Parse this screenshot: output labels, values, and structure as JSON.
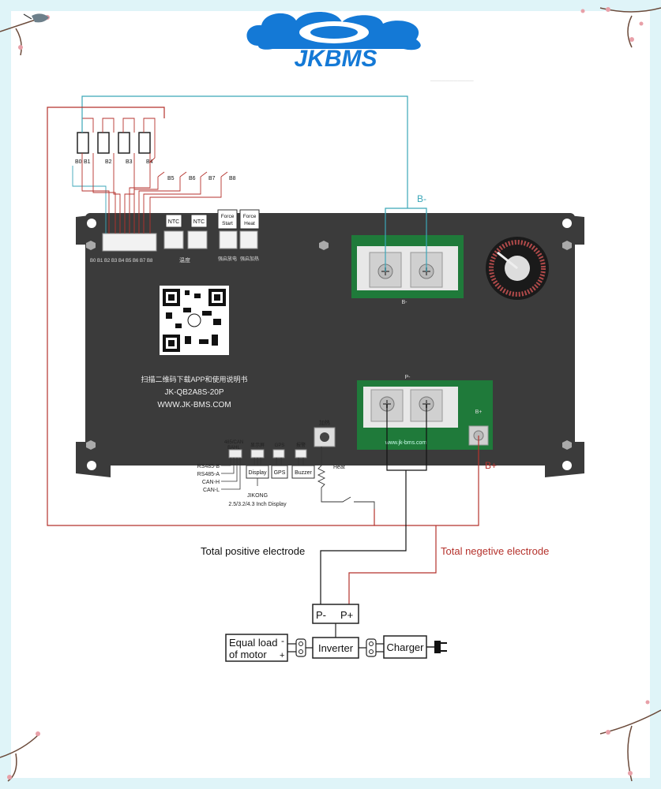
{
  "logo": {
    "text": "JKBMS",
    "color": "#1479d6"
  },
  "board": {
    "qr_caption": "扫描二维码下载APP和使用说明书",
    "model": "JK-QB2A8S-20P",
    "website": "WWW.JK-BMS.COM",
    "pcb_website": "www.jk-bms.com",
    "balance_header_label": "B0 B1 B2 B3 B4 B5 B6 B7 B8",
    "temp_label": "温度",
    "force_start_cn": "强启放电",
    "force_heat_cn": "强启加热",
    "heat_cn": "加热",
    "terminal_b_minus": "B-",
    "terminal_p_minus": "P-",
    "terminal_b_plus": "B+",
    "ntc1": "NTC",
    "ntc2": "NTC",
    "force_start": "Force Start",
    "force_heat": "Force Heat"
  },
  "cells": [
    "B0",
    "B1",
    "B2",
    "B3",
    "B4"
  ],
  "cells_upper": [
    "B5",
    "B6",
    "B7",
    "B8"
  ],
  "ports": {
    "rs485_can": "485/CAN BAHL",
    "display_cn": "显示屏",
    "gps_cn": "GPS",
    "buzzer_cn": "报警",
    "rs485b": "RS485-B",
    "rs485a": "RS485-A",
    "canh": "CAN-H",
    "canl": "CAN-L",
    "display": "Display",
    "gps": "GPS",
    "buzzer": "Buzzer",
    "heat": "Heat",
    "display_note1": "JIKONG",
    "display_note2": "2.5/3.2/4.3 Inch Display"
  },
  "labels": {
    "b_minus": "B-",
    "b_plus": "B+",
    "total_positive": "Total positive electrode",
    "total_negative": "Total negetive electrode"
  },
  "system": {
    "p_minus": "P-",
    "p_plus": "P+",
    "load_line1": "Equal load",
    "load_line2": "of motor",
    "load_minus": "-",
    "load_plus": "+",
    "inverter": "Inverter",
    "charger": "Charger"
  },
  "colors": {
    "teal": "#3aa6b8",
    "red": "#b5322c",
    "board": "#3b3b3b",
    "green": "#1f7a3a"
  }
}
